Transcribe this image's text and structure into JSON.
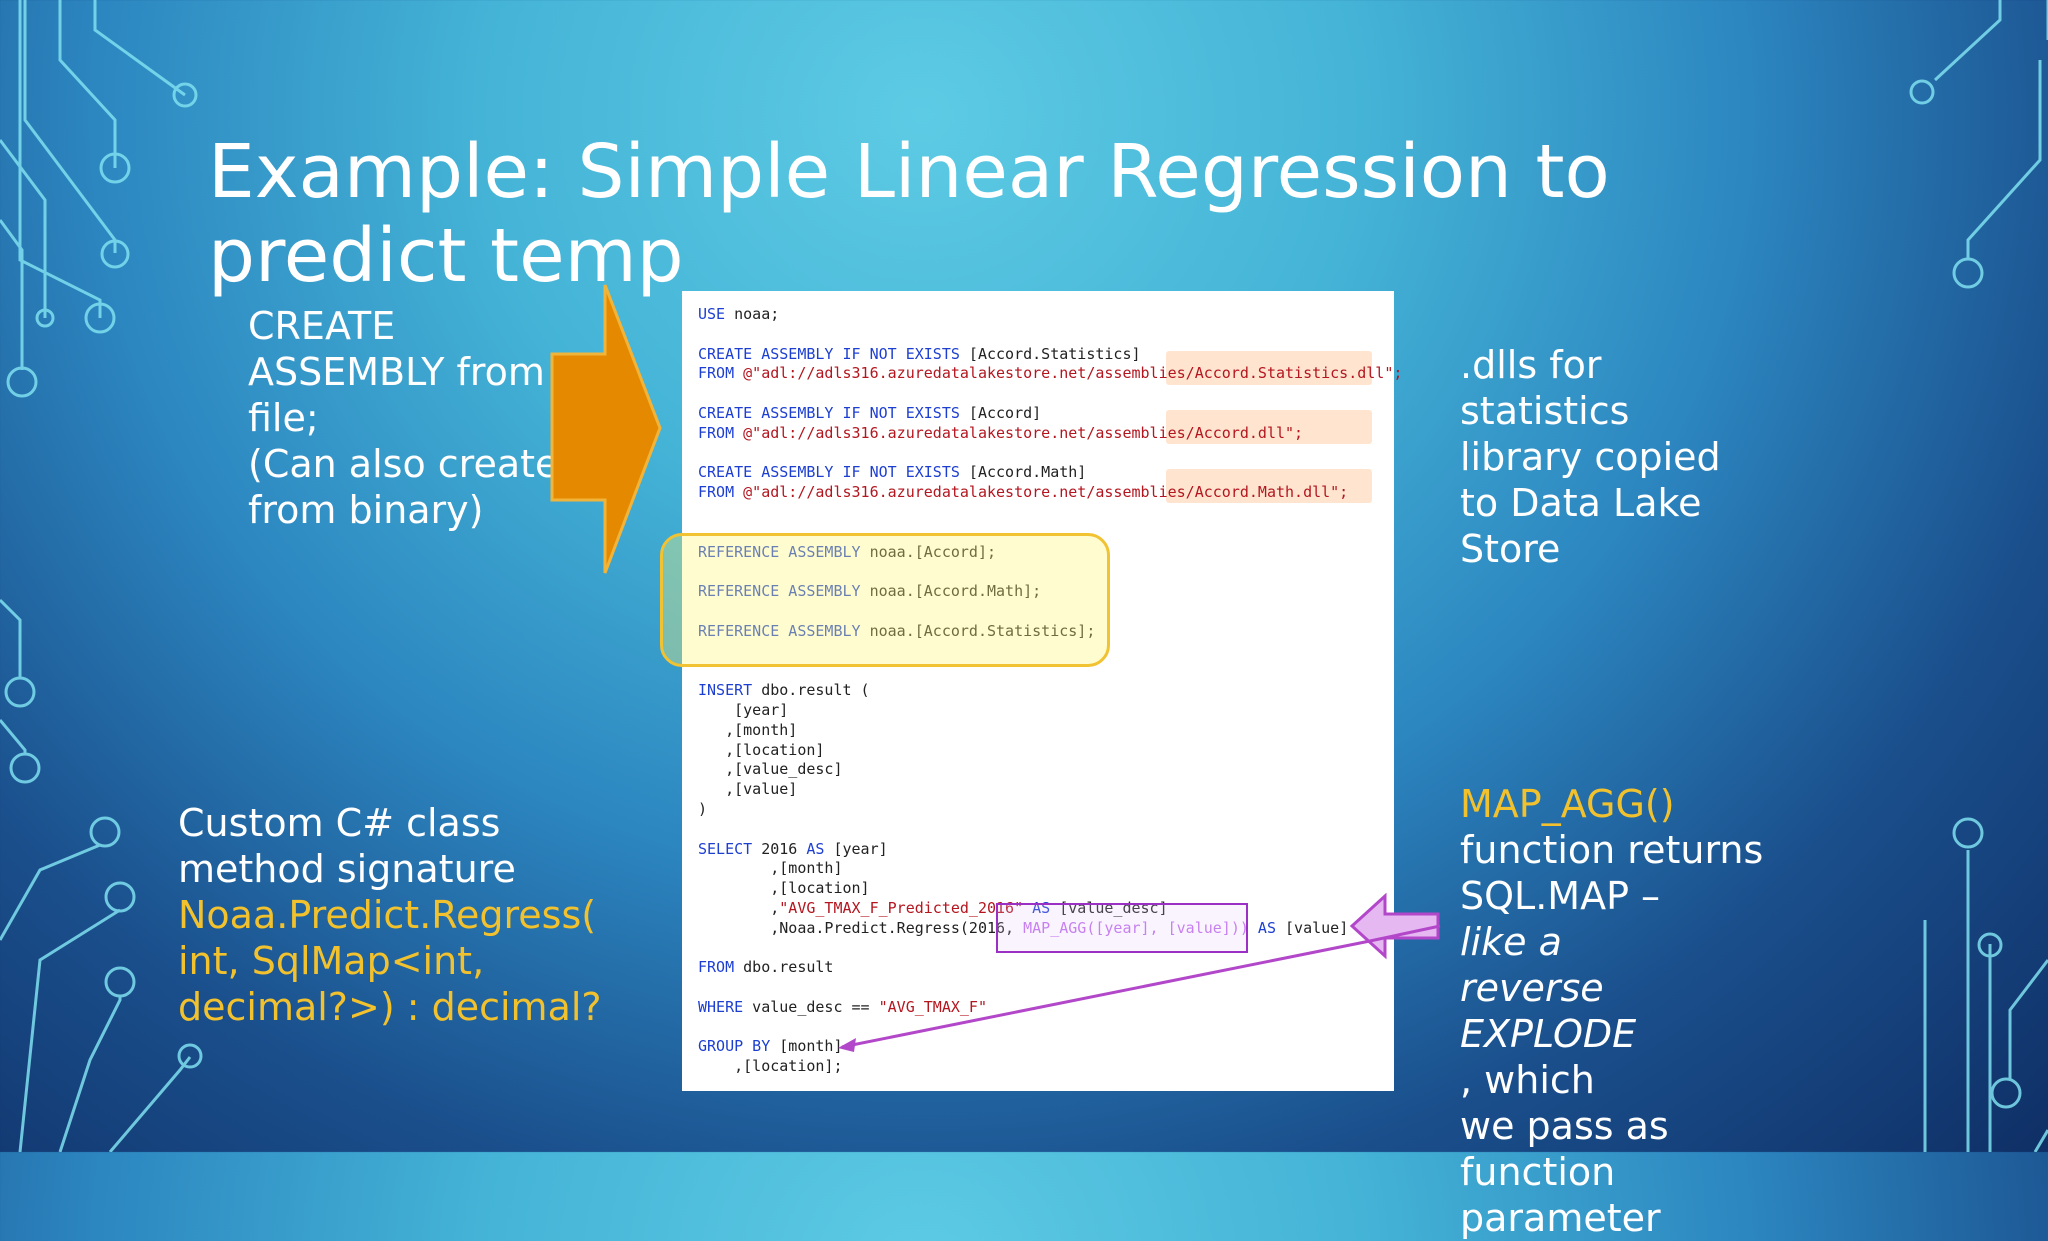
{
  "slide": {
    "title_line1": "Example: Simple Linear Regression to",
    "title_line2": "predict temp"
  },
  "left_note_top": [
    "CREATE",
    "ASSEMBLY from",
    "file;",
    "(Can also create",
    "from binary)"
  ],
  "left_note_bottom": {
    "line1": "Custom C# class",
    "line2": "method signature",
    "line3": "Noaa.Predict.Regress(",
    "line4": "int, SqlMap<int,",
    "line5": "decimal?>) : decimal?"
  },
  "right_note_top": [
    ".dlls for",
    "statistics",
    "library copied",
    "to Data Lake",
    "Store"
  ],
  "right_note_bottom": {
    "line1": "MAP_AGG()",
    "line2": "function returns",
    "line3a": "SQL.MAP – ",
    "line3b": "like a",
    "line4": "reverse",
    "line5a": "EXPLODE",
    "line5b": ", which",
    "line6": "we pass as",
    "line7": "function",
    "line8": "parameter"
  },
  "code": {
    "use": {
      "kw": "USE",
      "rest": " noaa;"
    },
    "asm1": {
      "kw1": "CREATE ASSEMBLY IF NOT EXISTS",
      "name": " [Accord.Statistics]",
      "kw2": "FROM",
      "path": " @\"adl://adls316.azuredatalakestore.net/assemblies/Accord.Statistics.dll\";"
    },
    "asm2": {
      "kw1": "CREATE ASSEMBLY IF NOT EXISTS",
      "name": " [Accord]",
      "kw2": "FROM",
      "path": " @\"adl://adls316.azuredatalakestore.net/assemblies/Accord.dll\";"
    },
    "asm3": {
      "kw1": "CREATE ASSEMBLY IF NOT EXISTS",
      "name": " [Accord.Math]",
      "kw2": "FROM",
      "path": " @\"adl://adls316.azuredatalakestore.net/assemblies/Accord.Math.dll\";"
    },
    "ref1": {
      "kw": "REFERENCE ASSEMBLY",
      "rest": " noaa.[Accord];"
    },
    "ref2": {
      "kw": "REFERENCE ASSEMBLY",
      "rest": " noaa.[Accord.Math];"
    },
    "ref3": {
      "kw": "REFERENCE ASSEMBLY",
      "rest": " noaa.[Accord.Statistics];"
    },
    "insert": {
      "kw": "INSERT",
      "rest": " dbo.result ("
    },
    "ins_cols": [
      "    [year]",
      "   ,[month]",
      "   ,[location]",
      "   ,[value_desc]",
      "   ,[value]"
    ],
    "close_paren": ")",
    "select": {
      "kw": "SELECT",
      "num": " 2016 ",
      "kw2": "AS",
      "rest": " [year]"
    },
    "sel_month": "        ,[month]",
    "sel_location": "        ,[location]",
    "sel_desc": {
      "pre": "        ,",
      "str": "\"AVG_TMAX_F_Predicted_2016\"",
      "kw": " AS",
      "rest": " [value_desc]"
    },
    "sel_value": {
      "pre": "        ,Noaa.Predict.Regress(2016,",
      "fn": " MAP_AGG([year], [value]))",
      "kw": " AS",
      "rest": " [value]"
    },
    "from": {
      "kw": "FROM",
      "rest": " dbo.result"
    },
    "where": {
      "kw": "WHERE",
      "rest": " value_desc == ",
      "str": "\"AVG_TMAX_F\""
    },
    "group": {
      "kw": "GROUP BY",
      "rest": " [month]"
    },
    "group2": "    ,[location];"
  },
  "colors": {
    "accent_yellow": "#f2c12e",
    "arrow_orange": "#e58a00",
    "arrow_purple": "#b347c9",
    "keyword_blue": "#1d3fd1",
    "string_red": "#b3161f"
  }
}
